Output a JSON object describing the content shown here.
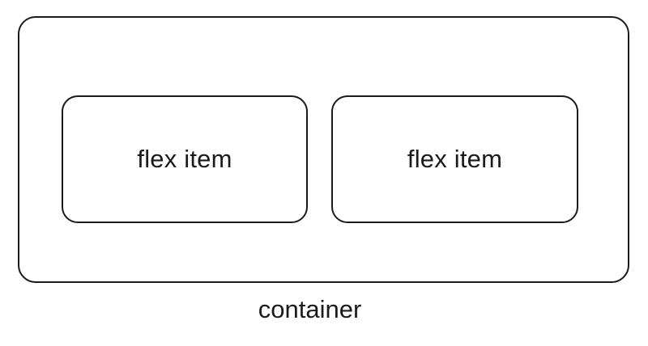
{
  "diagram": {
    "container_label": "container",
    "flex_items": [
      {
        "label": "flex item"
      },
      {
        "label": "flex item"
      }
    ]
  }
}
